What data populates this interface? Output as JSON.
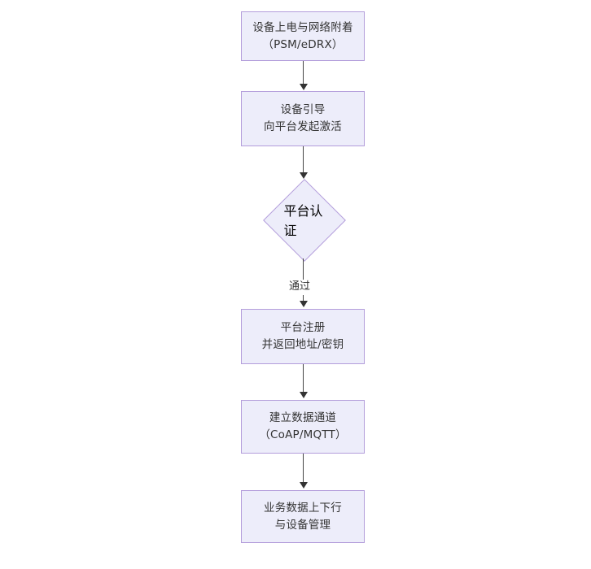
{
  "diagram": {
    "type": "flowchart",
    "orientation": "vertical",
    "background_color": "#ffffff",
    "node_fill_color": "#ededfa",
    "node_border_color": "#b39ddb",
    "text_color": "#333333",
    "connector_color": "#454545",
    "nodes": [
      {
        "id": "power-on",
        "shape": "rectangle",
        "lines": [
          "设备上电与网络附着",
          "（PSM/eDRX）"
        ]
      },
      {
        "id": "bootstrap",
        "shape": "rectangle",
        "lines": [
          "设备引导",
          "向平台发起激活"
        ]
      },
      {
        "id": "platform-auth",
        "shape": "diamond",
        "lines": [
          "平台认证"
        ]
      },
      {
        "id": "platform-register",
        "shape": "rectangle",
        "lines": [
          "平台注册",
          "并返回地址/密钥"
        ]
      },
      {
        "id": "data-channel",
        "shape": "rectangle",
        "lines": [
          "建立数据通道",
          "（CoAP/MQTT）"
        ]
      },
      {
        "id": "service-data",
        "shape": "rectangle",
        "lines": [
          "业务数据上下行",
          "与设备管理"
        ]
      }
    ],
    "edges": [
      {
        "from": "power-on",
        "to": "bootstrap",
        "label": ""
      },
      {
        "from": "bootstrap",
        "to": "platform-auth",
        "label": ""
      },
      {
        "from": "platform-auth",
        "to": "platform-register",
        "label": "通过"
      },
      {
        "from": "platform-register",
        "to": "data-channel",
        "label": ""
      },
      {
        "from": "data-channel",
        "to": "service-data",
        "label": ""
      }
    ]
  }
}
